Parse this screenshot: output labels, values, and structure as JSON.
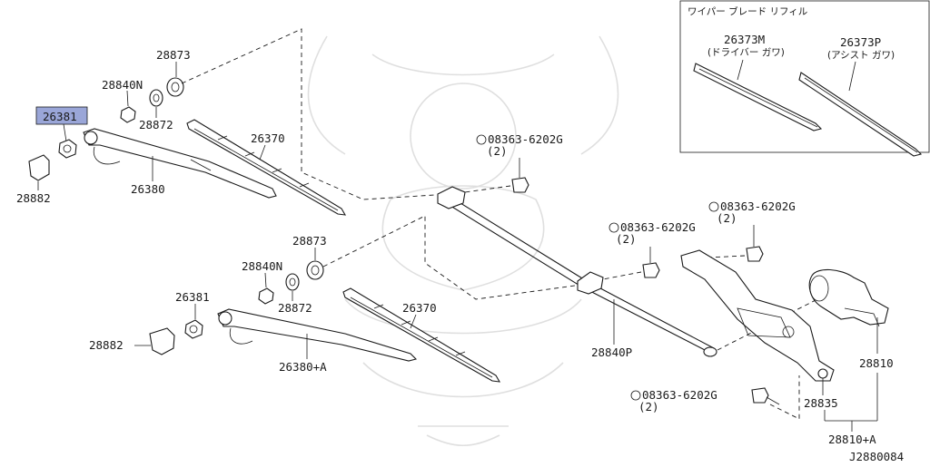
{
  "diagram": {
    "refill_box": {
      "title": "ワイパー ブレード リフィル",
      "driver_part": "26373M",
      "driver_note": "(ドライバー ガワ)",
      "assist_part": "26373P",
      "assist_note": "(アシスト ガワ)"
    },
    "parts": {
      "upper": {
        "cover_nut": "26381",
        "cap": "28882",
        "arm": "26380",
        "nut": "28840N",
        "bushing": "28872",
        "washer": "28873",
        "blade": "26370"
      },
      "lower": {
        "cover_nut": "26381",
        "cap": "28882",
        "arm": "26380+A",
        "nut": "28840N",
        "bushing": "28872",
        "washer": "28873",
        "blade": "26370"
      },
      "linkage": "28840P",
      "motor": "28810",
      "frame_assembly": "28810+A",
      "bracket": "28835"
    },
    "bolts": [
      {
        "part": "08363-6202G",
        "qty": "(2)"
      },
      {
        "part": "08363-6202G",
        "qty": "(2)"
      },
      {
        "part": "08363-6202G",
        "qty": "(2)"
      },
      {
        "part": "08363-6202G",
        "qty": "(2)"
      }
    ],
    "highlight_part": "26381",
    "highlight_color": "#9aa6d8",
    "catalog_code": "J2880084"
  }
}
